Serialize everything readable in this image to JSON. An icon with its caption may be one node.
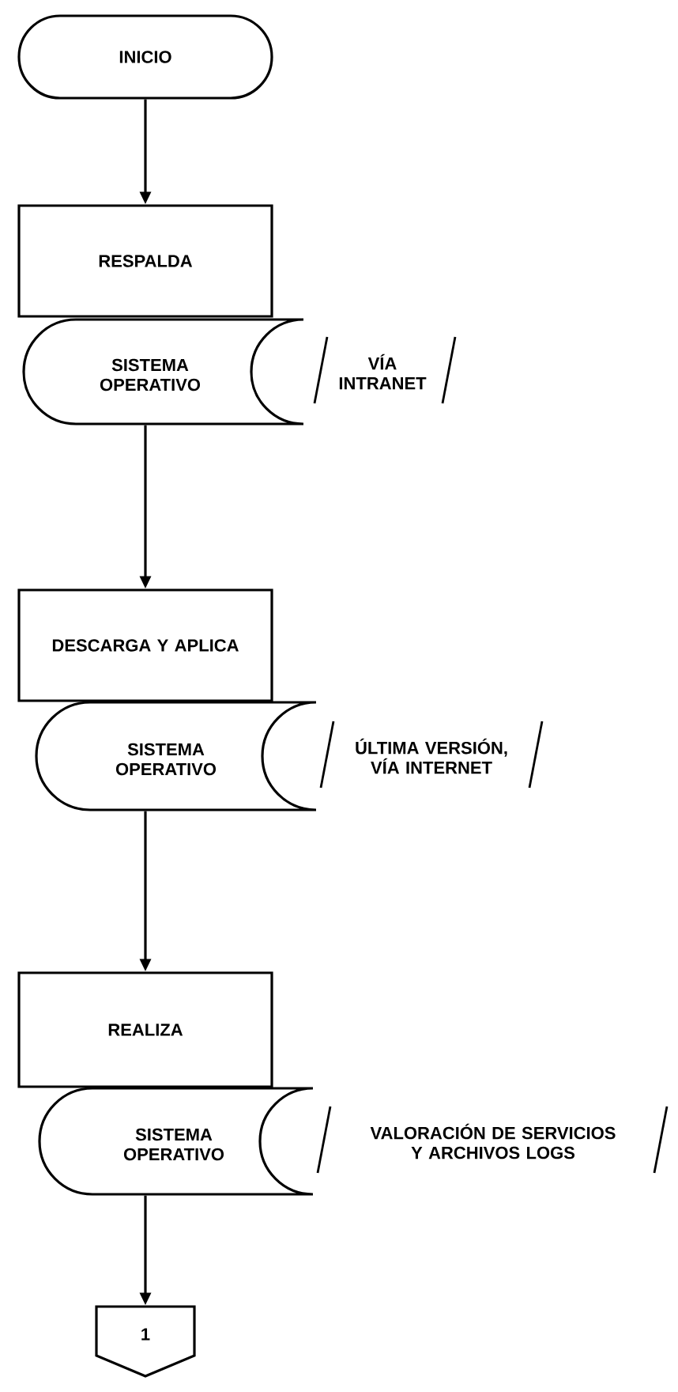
{
  "diagram": {
    "nodes": [
      {
        "text": [
          "INICIO"
        ]
      },
      {
        "text": [
          "RESPALDA"
        ]
      },
      {
        "text": [
          "SISTEMA OPERATIVO"
        ],
        "beside": [
          "VÍA INTRANET"
        ]
      },
      {
        "text": [
          "DESCARGA Y APLICA"
        ]
      },
      {
        "text": [
          "SISTEMA OPERATIVO"
        ],
        "beside": [
          "ÚLTIMA VERSIÓN, VÍA INTERNET"
        ]
      },
      {
        "text": [
          "REALIZA"
        ]
      },
      {
        "text": [
          "SISTEMA OPERATIVO"
        ],
        "beside": [
          "VALORACIÓN DE SERVICIOS Y ARCHIVOS LOGS"
        ]
      },
      {
        "text": [
          "1"
        ]
      }
    ],
    "edges": [
      {
        "from": 0,
        "to": 1,
        "arrow": "to"
      },
      {
        "from": 2,
        "to": 3,
        "arrow": "to"
      },
      {
        "from": 4,
        "to": 5,
        "arrow": "to"
      },
      {
        "from": 6,
        "to": 7,
        "arrow": "to"
      }
    ]
  }
}
